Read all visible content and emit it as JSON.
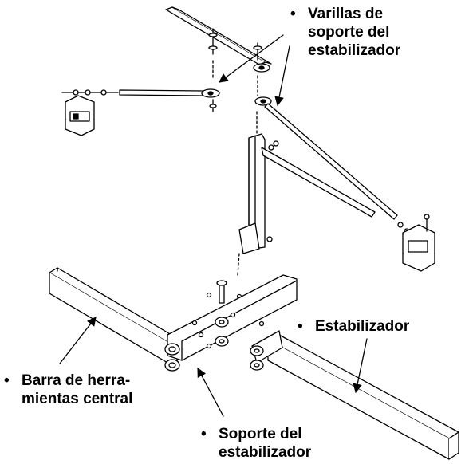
{
  "labels": {
    "varillas": [
      "Varillas de",
      "soporte del",
      "estabilizador"
    ],
    "estabilizador": "Estabilizador",
    "barra": [
      "Barra de herra-",
      "mientas central"
    ],
    "soporte": [
      "Soporte del",
      "estabilizador"
    ],
    "bullet": "•"
  }
}
